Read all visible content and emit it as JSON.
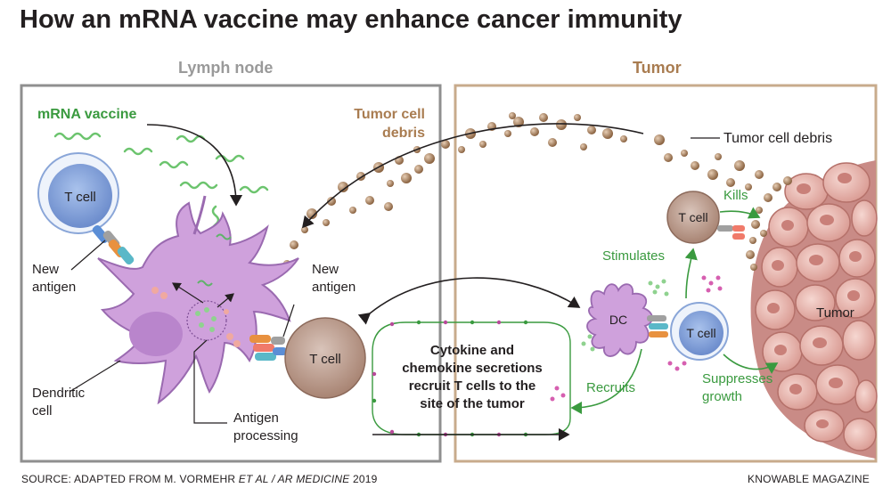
{
  "title": "How an mRNA vaccine may enhance cancer immunity",
  "panels": {
    "lymph_node": "Lymph node",
    "tumor": "Tumor"
  },
  "labels": {
    "mrna_vaccine": "mRNA vaccine",
    "tumor_debris_line1": "Tumor cell",
    "tumor_debris_line2": "debris",
    "tumor_debris_right": "Tumor cell debris",
    "t_cell": "T cell",
    "new_antigen_left_1": "New",
    "new_antigen_left_2": "antigen",
    "new_antigen_mid_1": "New",
    "new_antigen_mid_2": "antigen",
    "dendritic_1": "Dendritic",
    "dendritic_2": "cell",
    "antigen_proc_1": "Antigen",
    "antigen_proc_2": "processing",
    "cytokine_1": "Cytokine and",
    "cytokine_2": "chemokine secretions",
    "cytokine_3": "recruit T cells to the",
    "cytokine_4": "site of the tumor",
    "dc": "DC",
    "kills": "Kills",
    "stimulates": "Stimulates",
    "recruits": "Recruits",
    "suppresses_1": "Suppresses",
    "suppresses_2": "growth",
    "tumor_mass": "Tumor"
  },
  "footer": {
    "source_prefix": "SOURCE: ADAPTED FROM M. VORMEHR ",
    "source_italic": "ET AL / AR MEDICINE",
    "source_year": " 2019",
    "publisher": "KNOWABLE MAGAZINE"
  },
  "colors": {
    "green": "#3a9a3f",
    "tan": "#a97c50",
    "panel_gray": "#8f8f8f",
    "dendritic_purple": "#c89ad6",
    "tcell_blue": "#7f9fd6",
    "tcell_brown": "#b9998a",
    "tumor_pink": "#e8b8b0"
  }
}
